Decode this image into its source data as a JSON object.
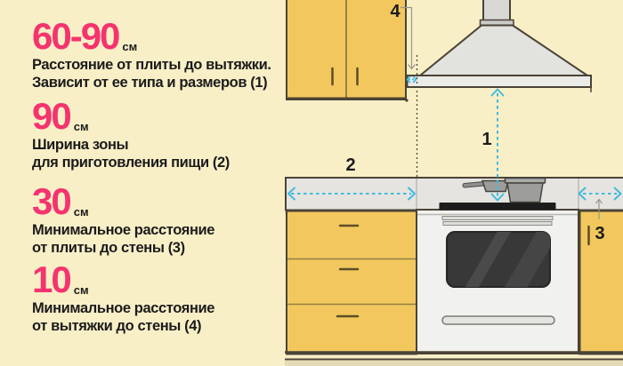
{
  "theme": {
    "bg": "#F9EFC7",
    "accent": "#F5336E",
    "text": "#1B1B1B",
    "cabinet": "#F2C85E",
    "counter": "#E5E4E0",
    "hood": "#E2E2DF",
    "stove": "#F1F1EF",
    "measure": "#41BBDE",
    "outline": "#4A4336"
  },
  "panel": {
    "items": [
      {
        "value": "60-90",
        "unit": "см",
        "lines": [
          "Расстояние от плиты до вытяжки.",
          "Зависит от ее типа и размеров (1)"
        ]
      },
      {
        "value": "90",
        "unit": "см",
        "lines": [
          "Ширина зоны",
          "для приготовления пищи (2)"
        ]
      },
      {
        "value": "30",
        "unit": "см",
        "lines": [
          "Минимальное расстояние",
          "от плиты до стены (3)"
        ]
      },
      {
        "value": "10",
        "unit": "см",
        "lines": [
          "Минимальное расстояние",
          "от вытяжки до стены (4)"
        ]
      }
    ]
  },
  "diagram": {
    "labels": {
      "hood_distance": "1",
      "zone_width": "2",
      "stove_wall_gap": "3",
      "hood_wall_gap": "4"
    }
  }
}
